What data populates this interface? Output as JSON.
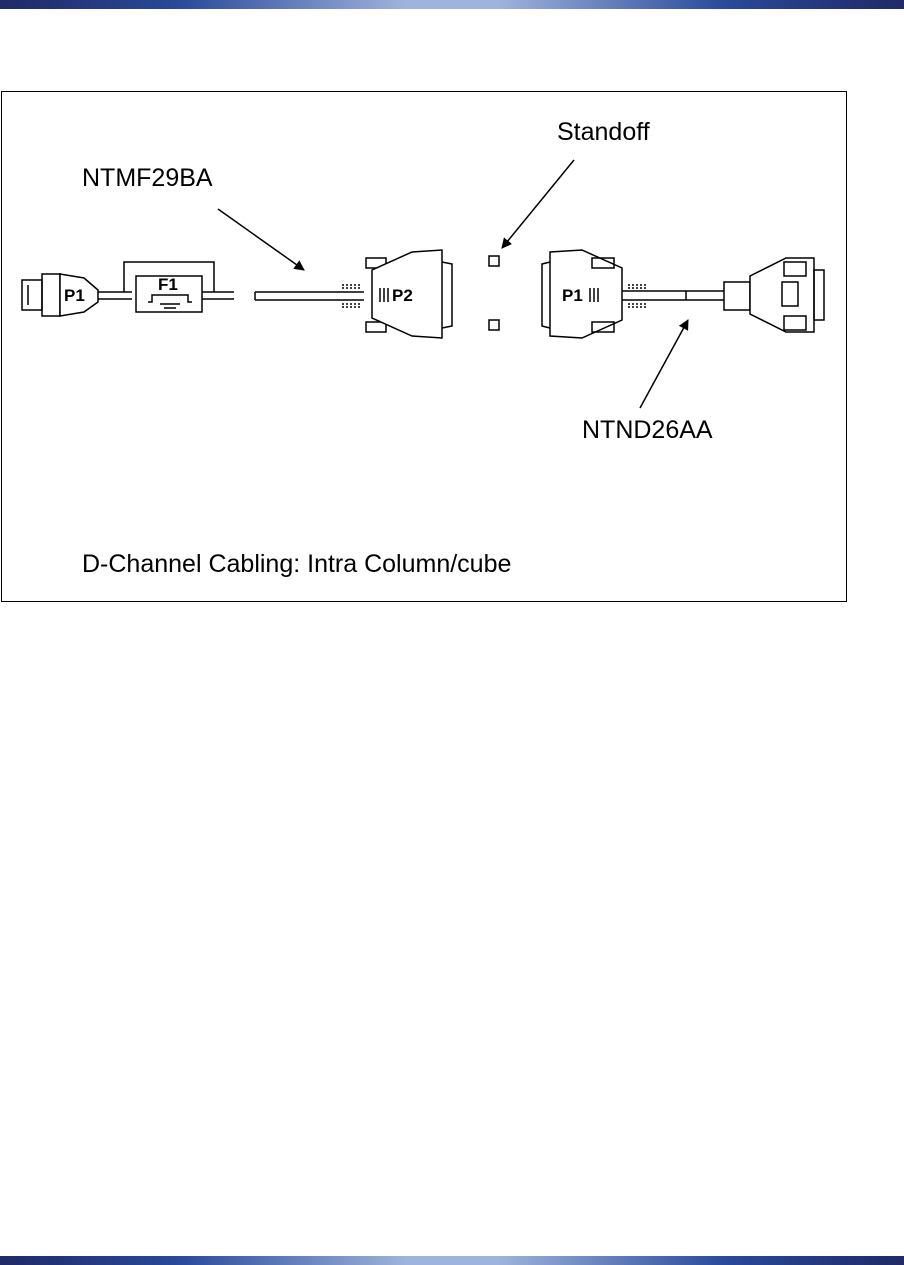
{
  "figure": {
    "labels": {
      "standoff": "Standoff",
      "cable_left": "NTMF29BA",
      "cable_right": "NTND26AA"
    },
    "connectors": {
      "left_p1": "P1",
      "filter_f1": "F1",
      "mid_p2": "P2",
      "right_p1": "P1"
    },
    "caption": "D-Channel Cabling: Intra Column/cube"
  }
}
